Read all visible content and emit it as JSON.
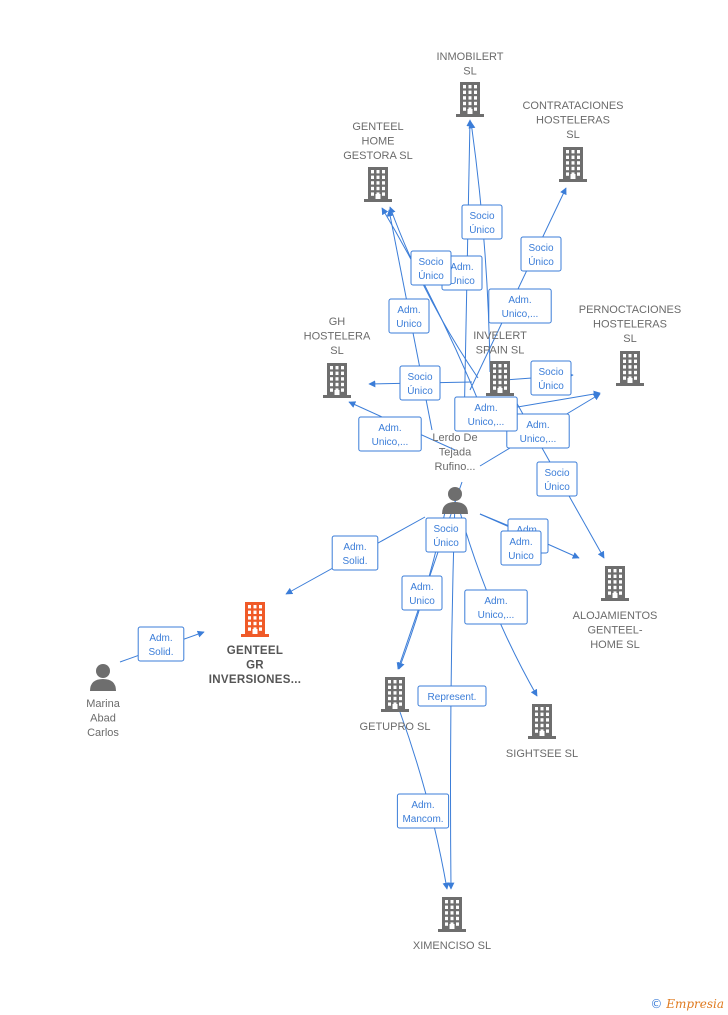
{
  "colors": {
    "edge": "#3b7dd8",
    "company": "#6e6e6e",
    "focus": "#f05a28",
    "person": "#6e6e6e"
  },
  "nodes": [
    {
      "id": "inmobilert",
      "type": "company",
      "label": [
        "INMOBILERT",
        "SL"
      ]
    },
    {
      "id": "contrataciones",
      "type": "company",
      "label": [
        "CONTRATACIONES",
        "HOSTELERAS",
        "SL"
      ]
    },
    {
      "id": "genteel_home_gestora",
      "type": "company",
      "label": [
        "GENTEEL",
        "HOME",
        "GESTORA  SL"
      ]
    },
    {
      "id": "gh_hostelera",
      "type": "company",
      "label": [
        "GH",
        "HOSTELERA",
        "SL"
      ]
    },
    {
      "id": "invelert",
      "type": "company",
      "label": [
        "INVELERT",
        "SPAIN  SL"
      ]
    },
    {
      "id": "pernoctaciones",
      "type": "company",
      "label": [
        "PERNOCTACIONES",
        "HOSTELERAS",
        "SL"
      ]
    },
    {
      "id": "lerdo",
      "type": "person",
      "label": [
        "Lerdo De",
        "Tejada",
        "Rufino..."
      ]
    },
    {
      "id": "genteel_gr",
      "type": "focus",
      "label": [
        "GENTEEL",
        "GR",
        "INVERSIONES..."
      ]
    },
    {
      "id": "marina",
      "type": "person",
      "label": [
        "Marina",
        "Abad",
        "Carlos"
      ]
    },
    {
      "id": "alojamientos",
      "type": "company",
      "label": [
        "ALOJAMIENTOS",
        "GENTEEL-",
        "HOME  SL"
      ]
    },
    {
      "id": "getupro",
      "type": "company",
      "label": [
        "GETUPRO SL"
      ]
    },
    {
      "id": "sightsee",
      "type": "company",
      "label": [
        "SIGHTSEE SL"
      ]
    },
    {
      "id": "ximenciso",
      "type": "company",
      "label": [
        "XIMENCISO  SL"
      ]
    }
  ],
  "edges": [
    {
      "label": [
        "Socio",
        "Único"
      ]
    },
    {
      "label": [
        "Adm.",
        "Unico"
      ]
    },
    {
      "label": [
        "Socio",
        "Único"
      ]
    },
    {
      "label": [
        "Adm.",
        "Unico,..."
      ]
    },
    {
      "label": [
        "Socio",
        "Único"
      ]
    },
    {
      "label": [
        "Adm.",
        "Unico"
      ]
    },
    {
      "label": [
        "Socio",
        "Único"
      ]
    },
    {
      "label": [
        "Adm.",
        "Unico,..."
      ]
    },
    {
      "label": [
        "Socio",
        "Único"
      ]
    },
    {
      "label": [
        "Adm.",
        "Unico,..."
      ]
    },
    {
      "label": [
        "Adm.",
        "Unico,..."
      ]
    },
    {
      "label": [
        "Socio",
        "Único"
      ]
    },
    {
      "label": [
        "Adm.",
        "Unico"
      ]
    },
    {
      "label": [
        "Adm.",
        "Unico"
      ]
    },
    {
      "label": [
        "Adm.",
        "Solid."
      ]
    },
    {
      "label": [
        "Socio",
        "Único"
      ]
    },
    {
      "label": [
        "Adm.",
        "Unico"
      ]
    },
    {
      "label": [
        "Adm.",
        "Unico,..."
      ]
    },
    {
      "label": [
        "Represent."
      ]
    },
    {
      "label": [
        "Adm.",
        "Mancom."
      ]
    },
    {
      "label": [
        "Adm.",
        "Solid."
      ]
    }
  ],
  "footer": {
    "copyright": "©",
    "brand": "Empresia"
  }
}
